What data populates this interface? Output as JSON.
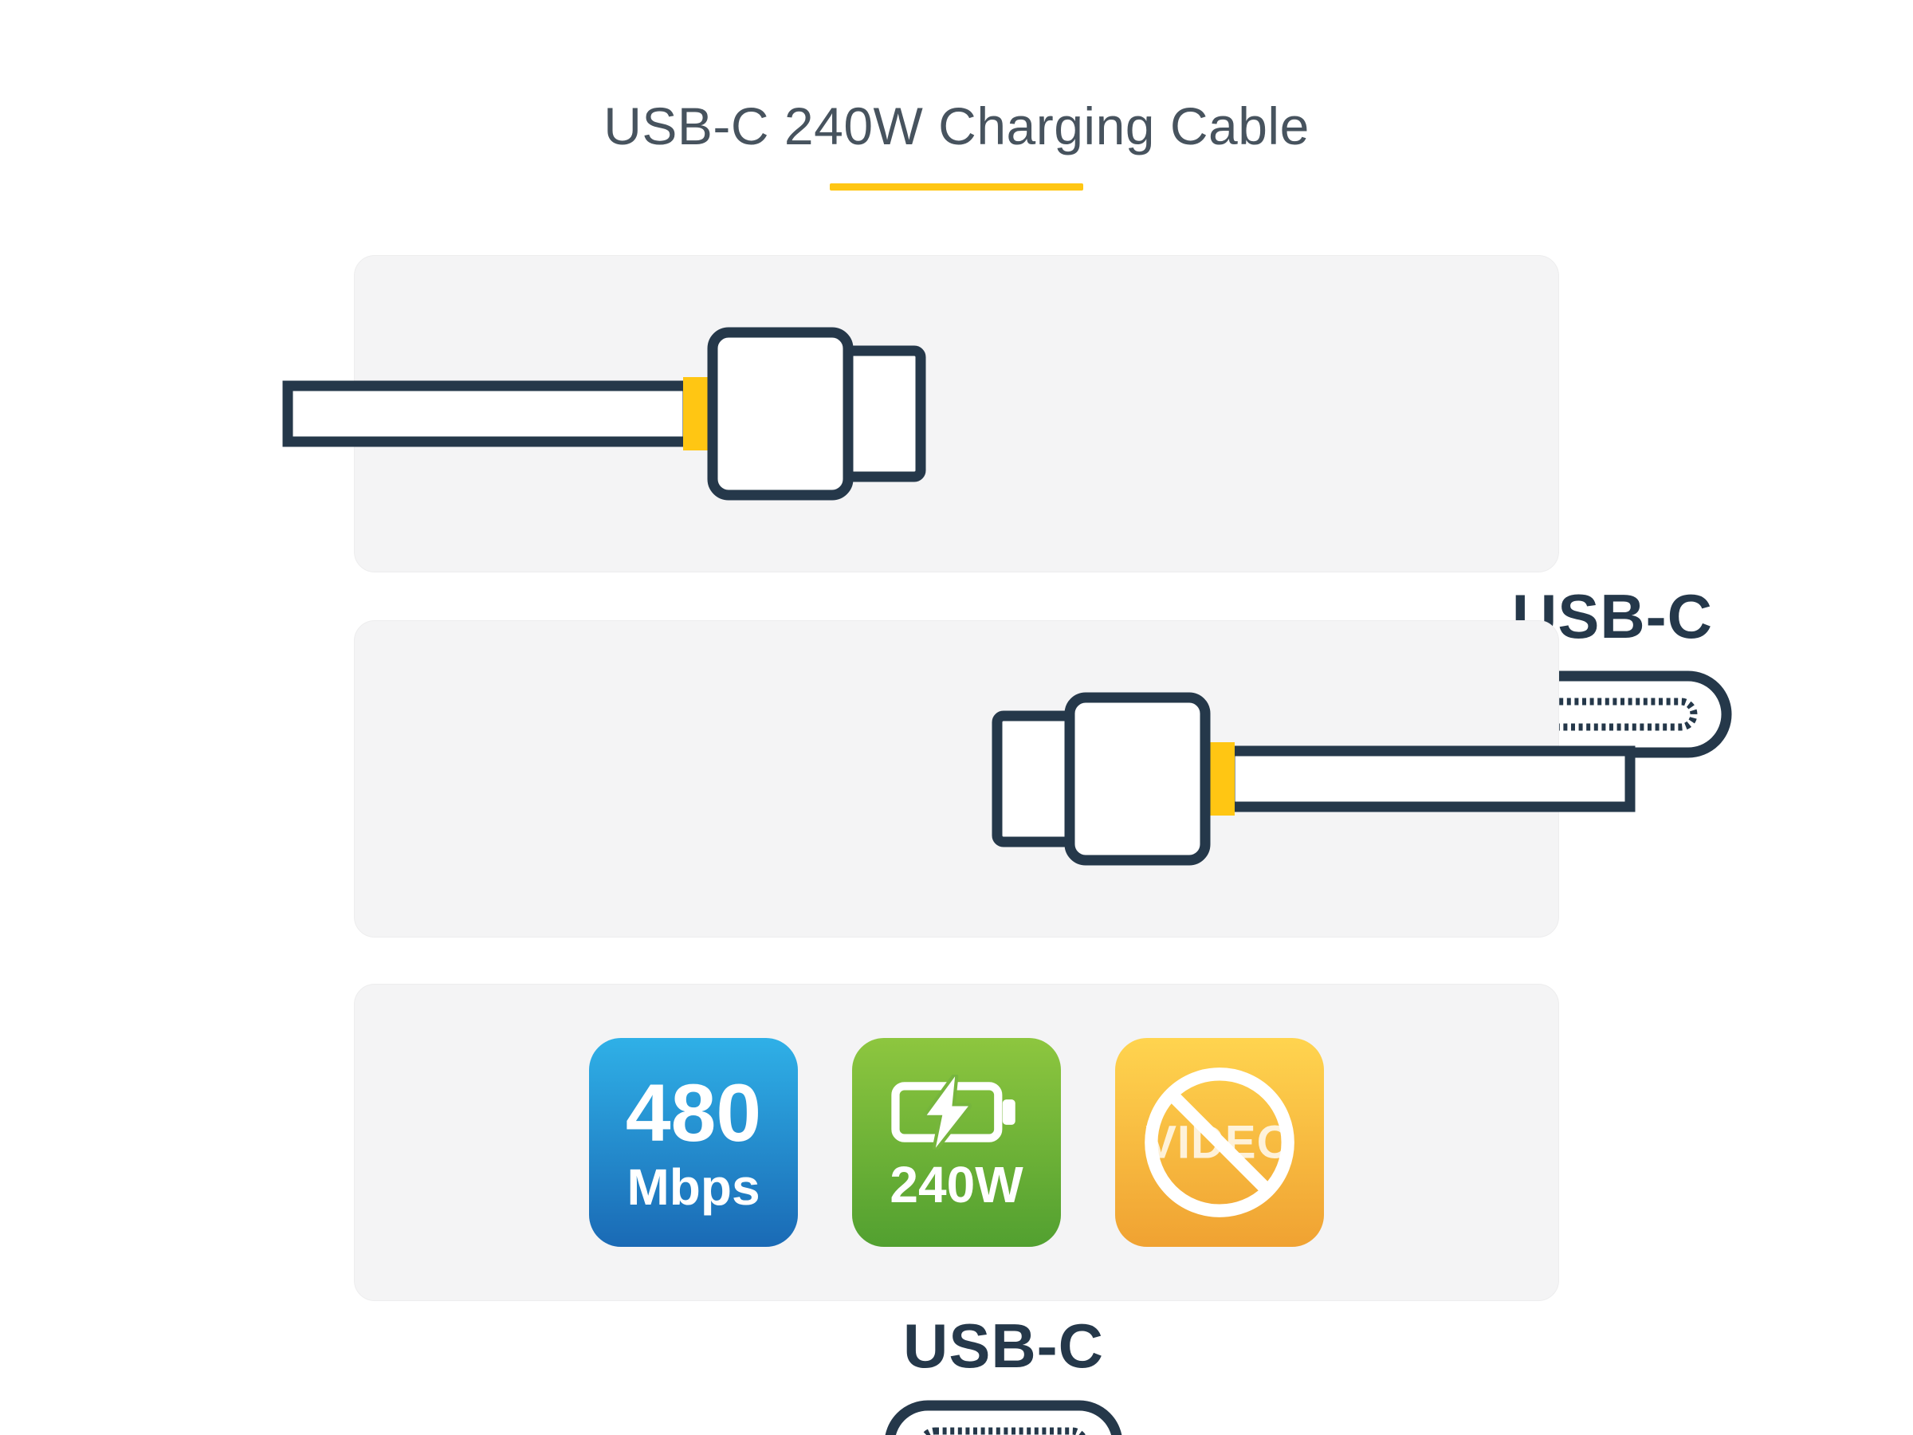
{
  "page": {
    "title": "USB-C 240W Charging Cable"
  },
  "theme": {
    "background": "#ffffff",
    "panel_background": "#f4f4f5",
    "connector_outline": "#25384a",
    "accent_yellow": "#ffc613",
    "title_color": "#47535e",
    "speed_badge_gradient": [
      "#2fb0e7",
      "#1a6ab5"
    ],
    "power_badge_gradient": [
      "#8dc63f",
      "#52a030"
    ],
    "video_badge_gradient": [
      "#ffd44f",
      "#f0a232"
    ]
  },
  "panels": {
    "top": {
      "plug_side": "left",
      "port_label": "USB-C",
      "icons": [
        "usb-c-plug-illustration",
        "usb-c-port-icon"
      ]
    },
    "middle": {
      "plug_side": "right",
      "port_label": "USB-C",
      "icons": [
        "usb-c-port-icon",
        "usb-c-plug-illustration"
      ]
    },
    "bottom": {
      "badges": [
        {
          "name": "data-transfer-speed",
          "value": "480",
          "unit": "Mbps"
        },
        {
          "name": "charging-power",
          "icon": "battery-charging-icon",
          "label": "240W"
        },
        {
          "name": "no-video-support",
          "icon": "no-sign-icon",
          "label": "VIDEO"
        }
      ]
    }
  }
}
